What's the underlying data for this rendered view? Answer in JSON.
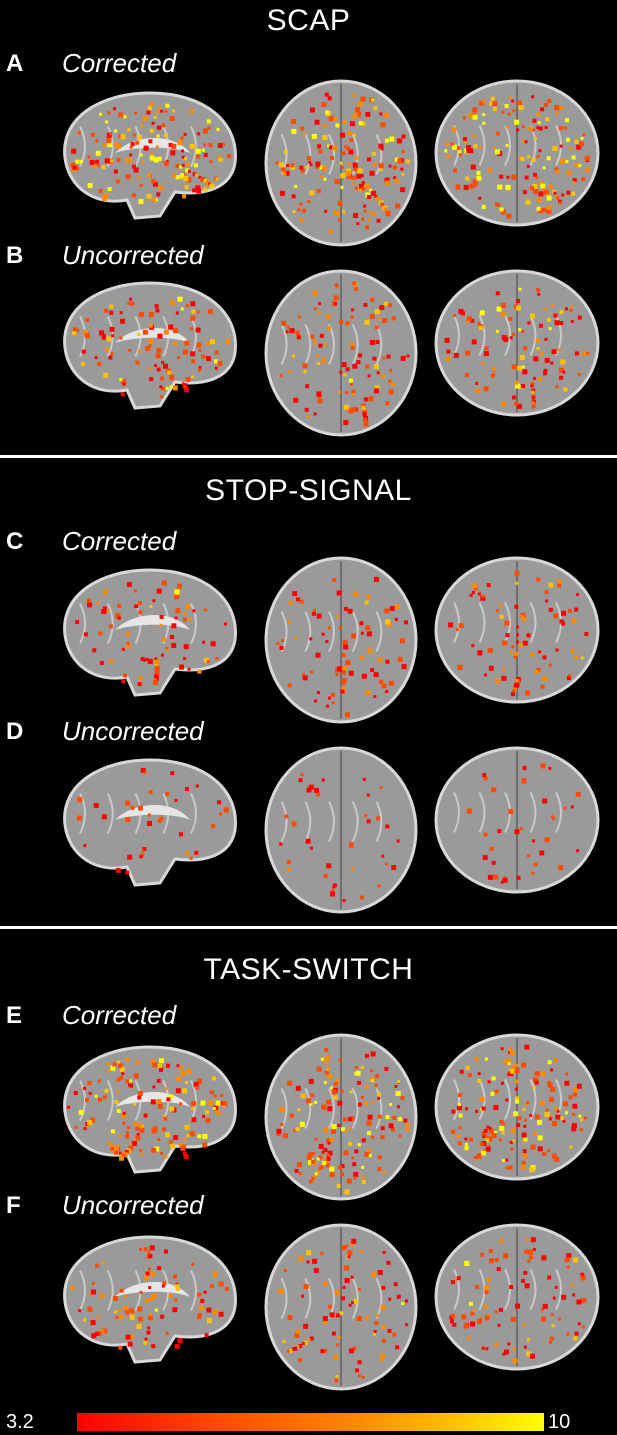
{
  "panels": [
    {
      "title": "SCAP",
      "rows": [
        {
          "letter": "A",
          "label": "Corrected",
          "intensity": 0.9
        },
        {
          "letter": "B",
          "label": "Uncorrected",
          "intensity": 0.6
        }
      ]
    },
    {
      "title": "STOP-SIGNAL",
      "rows": [
        {
          "letter": "C",
          "label": "Corrected",
          "intensity": 0.45
        },
        {
          "letter": "D",
          "label": "Uncorrected",
          "intensity": 0.2
        }
      ]
    },
    {
      "title": "TASK-SWITCH",
      "rows": [
        {
          "letter": "E",
          "label": "Corrected",
          "intensity": 0.85
        },
        {
          "letter": "F",
          "label": "Uncorrected",
          "intensity": 0.5
        }
      ]
    }
  ],
  "colorbar": {
    "min": "3.2",
    "max": "10",
    "colors": [
      "#ff0000",
      "#ff4a00",
      "#ff8a00",
      "#ffc400",
      "#ffff00"
    ]
  },
  "brain_color": "#9a9a9a"
}
